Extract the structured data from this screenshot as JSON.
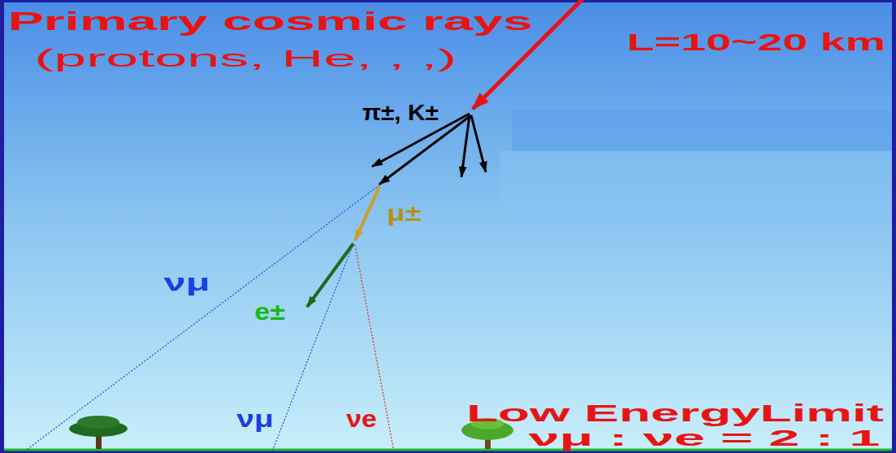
{
  "diagram": {
    "labels": [
      "Primary cosmic rays",
      "(protons, He, , ,)",
      "L=10~20 km",
      "π±, K±",
      "μ±",
      "νμ",
      "e±",
      "νμ",
      "νe",
      "Low EnergyLimit",
      "νμ : νe = 2 : 1"
    ]
  }
}
